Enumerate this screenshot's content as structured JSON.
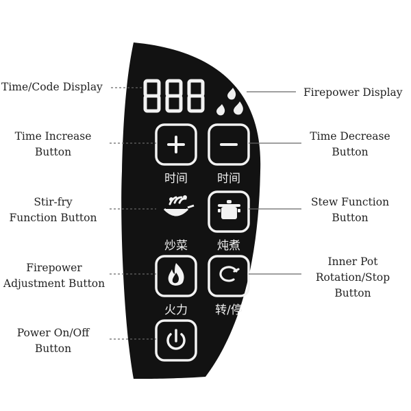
{
  "display": {
    "digits": "888"
  },
  "buttons": {
    "time_plus": "时间",
    "time_minus": "时间",
    "stir_fry": "炒菜",
    "stew": "炖煮",
    "firepower": "火力",
    "rotation": "转/停"
  },
  "callouts": {
    "time_code_display": "Time/Code Display",
    "firepower_display": "Firepower Display",
    "time_increase": [
      "Time Increase",
      "Button"
    ],
    "time_decrease": [
      "Time Decrease",
      "Button"
    ],
    "stir_fry": [
      "Stir-fry",
      "Function Button"
    ],
    "stew": [
      "Stew Function",
      "Button"
    ],
    "firepower_adjust": [
      "Firepower",
      "Adjustment Button"
    ],
    "rotation": [
      "Inner Pot",
      "Rotation/Stop",
      "Button"
    ],
    "power": [
      "Power On/Off",
      "Button"
    ]
  },
  "colors": {
    "panel": "#111111",
    "icon": "#f4f4f4",
    "line": "#555555"
  }
}
